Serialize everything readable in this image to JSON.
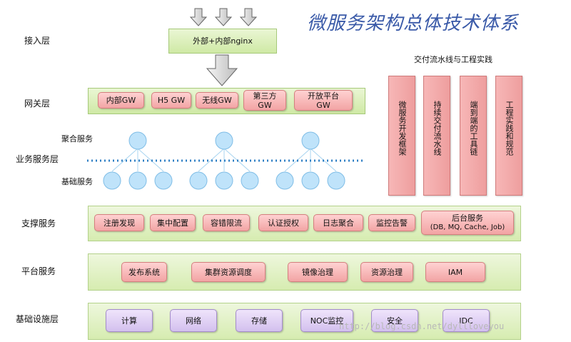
{
  "title": "微服务架构总体技术体系",
  "layers": {
    "access": "接入层",
    "gateway": "网关层",
    "business": "业务服务层",
    "support": "支撑服务",
    "platform": "平台服务",
    "infra": "基础设施层"
  },
  "business_sublabels": {
    "aggregate": "聚合服务",
    "basic": "基础服务"
  },
  "access_box": "外部+内部nginx",
  "gateways": [
    "内部GW",
    "H5 GW",
    "无线GW",
    "第三方\nGW",
    "开放平台\nGW"
  ],
  "support_items": [
    "注册发现",
    "集中配置",
    "容错限流",
    "认证授权",
    "日志聚合",
    "监控告警"
  ],
  "support_backend": {
    "line1": "后台服务",
    "line2": "(DB, MQ, Cache, Job)"
  },
  "platform_items": [
    "发布系统",
    "集群资源调度",
    "镜像治理",
    "资源治理",
    "IAM"
  ],
  "infra_items": [
    "计算",
    "网络",
    "存储",
    "NOC监控",
    "安全",
    "IDC"
  ],
  "delivery": {
    "heading": "交付流水线与工程实践",
    "columns": [
      "微服务开发框架",
      "持续交付流水线",
      "端到端的工具链",
      "工程实践和规范"
    ]
  },
  "watermark": "http://blog.csdn.net/dyllloveyou",
  "colors": {
    "title": "#3a5aa8",
    "pink_box": "#f4a9a9",
    "green_band": "#d6ecb0",
    "lavender_box": "#d9c8f0",
    "circle": "#bfe3fa"
  }
}
